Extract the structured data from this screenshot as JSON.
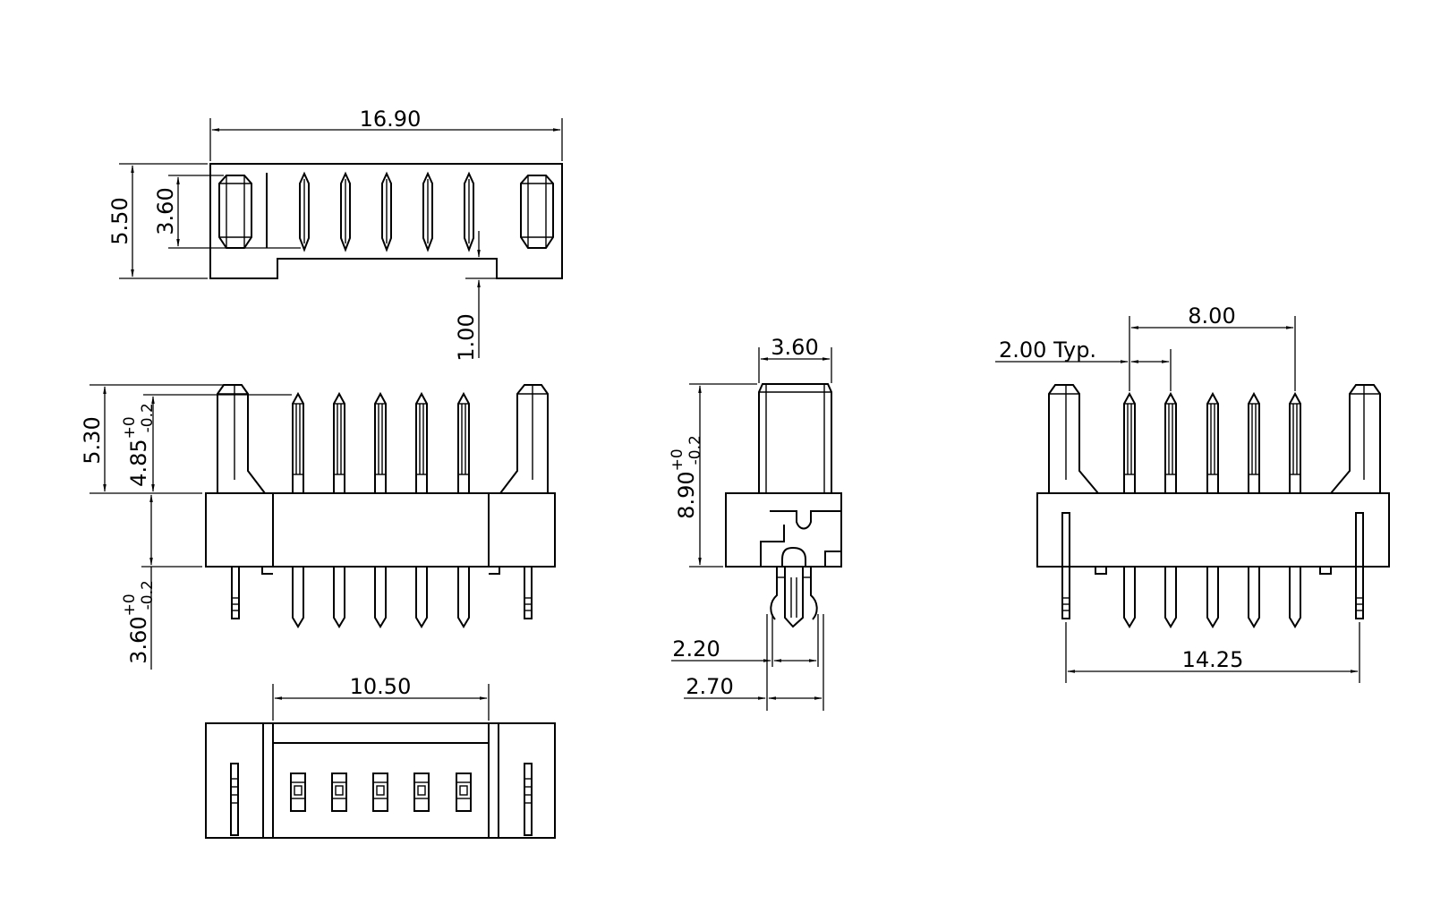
{
  "title": "",
  "dimensions": {
    "top_width": "16.90",
    "top_height": "5.50",
    "top_inner": "3.60",
    "top_step": "1.00",
    "front_height": "5.30",
    "front_pin_main": "4.85",
    "front_pin_tail": "3.60",
    "tol_plus": "+0",
    "tol_minus": "-0.2",
    "bottom_width": "10.50",
    "side_width": "3.60",
    "side_height": "8.90",
    "side_d1": "2.20",
    "side_d2": "2.70",
    "rear_span": "8.00",
    "rear_pitch": "2.00 Typ.",
    "rear_width": "14.25"
  },
  "colors": {
    "line": "#000000",
    "background": "#ffffff"
  }
}
